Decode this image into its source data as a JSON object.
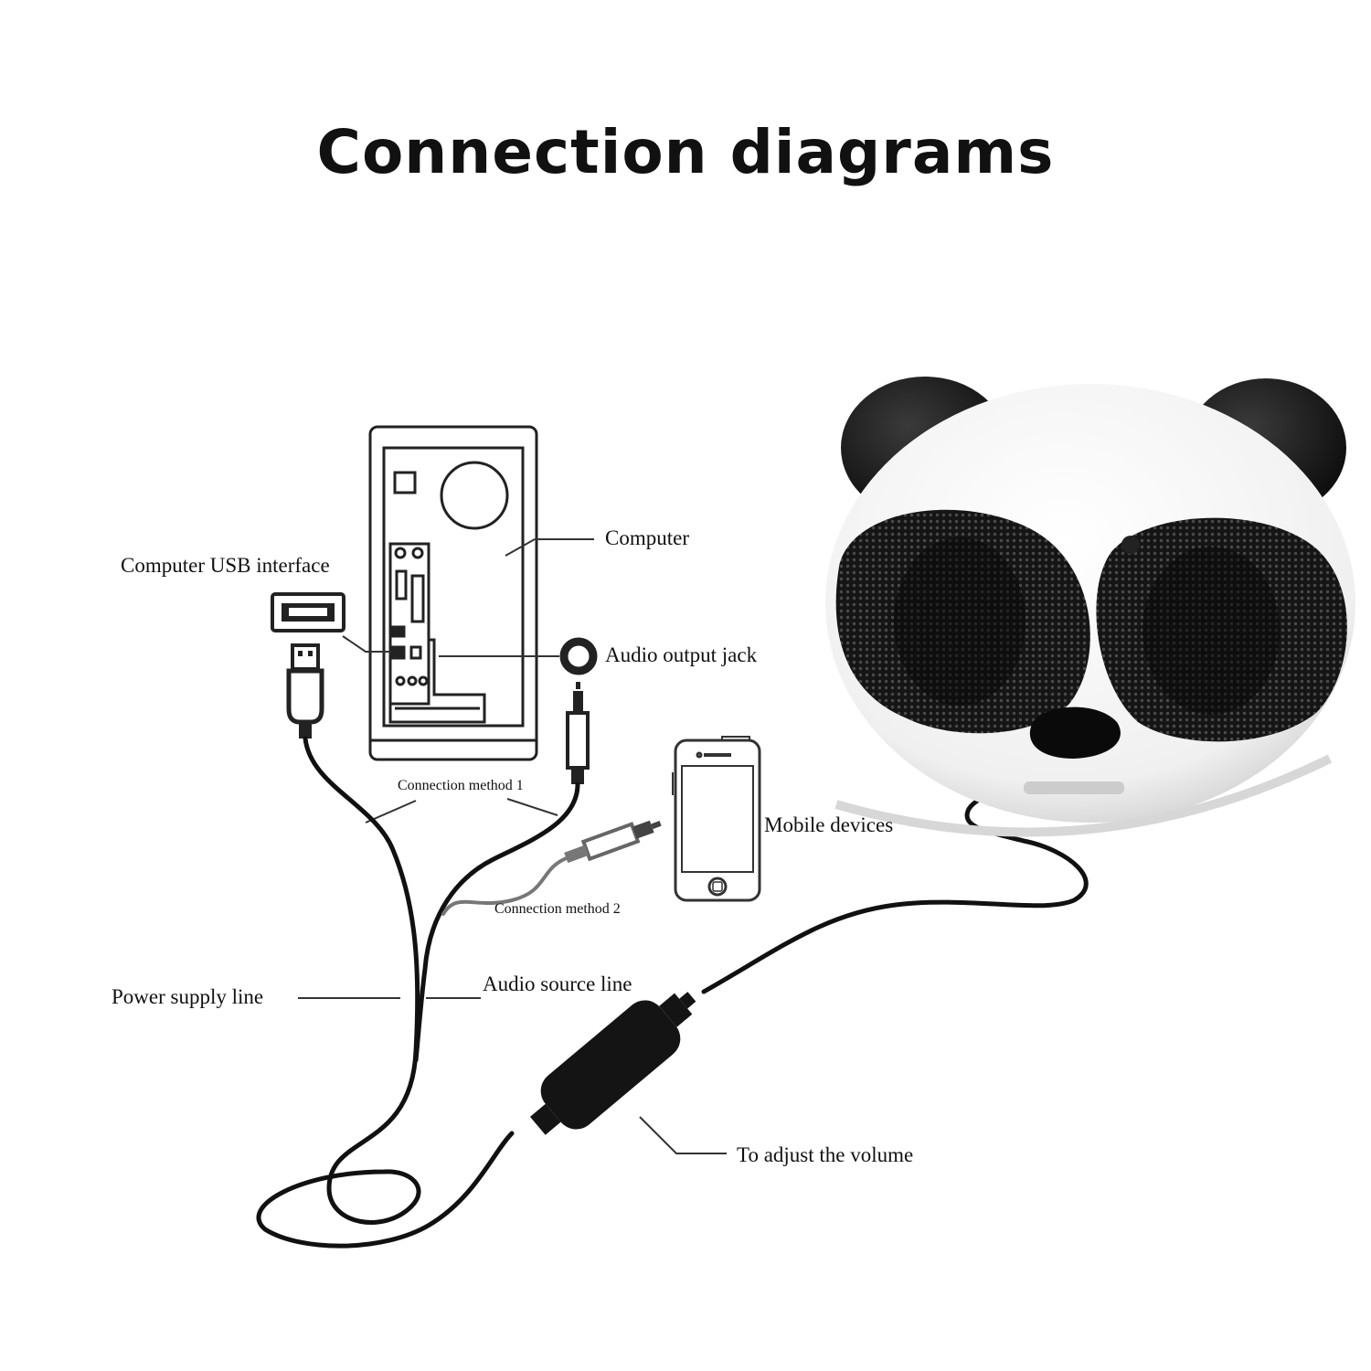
{
  "title": "Connection diagrams",
  "labels": {
    "computer": "Computer",
    "usb_interface": "Computer USB interface",
    "audio_output_jack": "Audio output jack",
    "connection_method_1": "Connection method 1",
    "connection_method_2": "Connection method 2",
    "mobile_devices": "Mobile devices",
    "power_supply_line": "Power supply line",
    "audio_source_line": "Audio source line",
    "adjust_volume": "To adjust the volume"
  },
  "icons": [
    "computer-tower-icon",
    "usb-port-icon",
    "usb-plug-icon",
    "audio-jack-ring-icon",
    "audio-plug-icon",
    "mobile-phone-icon",
    "panda-speaker-icon",
    "volume-control-icon"
  ],
  "colors": {
    "ink": "#111111",
    "panda_black": "#1a1a1a",
    "cable_gray": "#666666"
  }
}
